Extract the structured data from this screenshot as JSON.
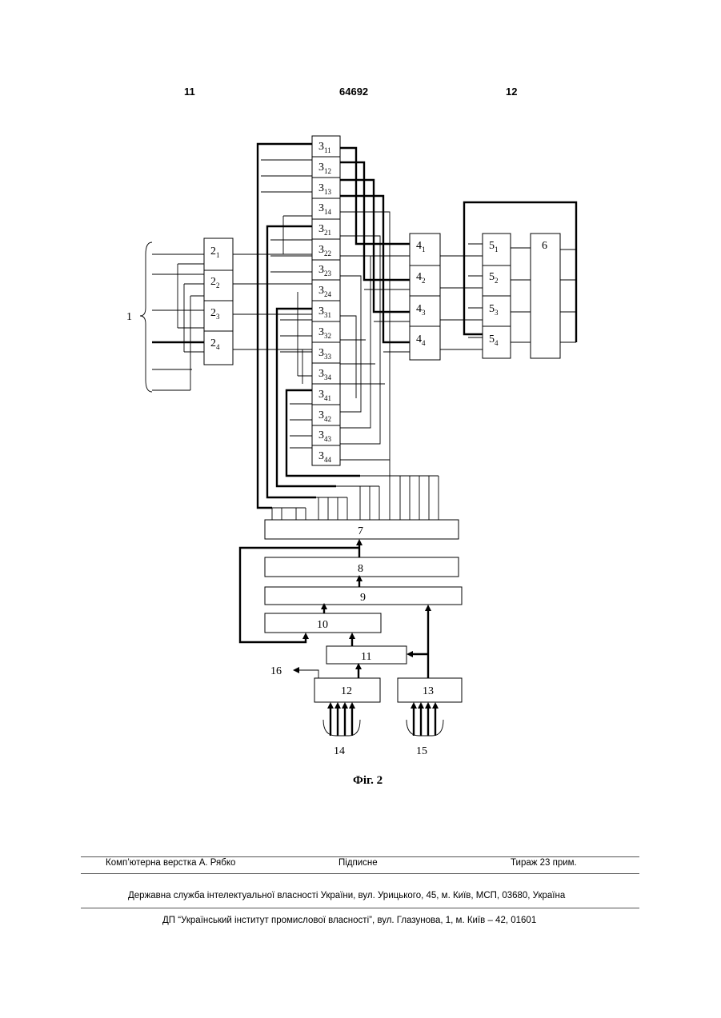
{
  "header": {
    "page_left": "11",
    "patent_number": "64692",
    "page_right": "12"
  },
  "diagram": {
    "input_label": "1",
    "blocks2": [
      {
        "main": "2",
        "sub": "1"
      },
      {
        "main": "2",
        "sub": "2"
      },
      {
        "main": "2",
        "sub": "3"
      },
      {
        "main": "2",
        "sub": "4"
      }
    ],
    "blocks3": [
      {
        "main": "3",
        "sub": "11"
      },
      {
        "main": "3",
        "sub": "12"
      },
      {
        "main": "3",
        "sub": "13"
      },
      {
        "main": "3",
        "sub": "14"
      },
      {
        "main": "3",
        "sub": "21"
      },
      {
        "main": "3",
        "sub": "22"
      },
      {
        "main": "3",
        "sub": "23"
      },
      {
        "main": "3",
        "sub": "24"
      },
      {
        "main": "3",
        "sub": "31"
      },
      {
        "main": "3",
        "sub": "32"
      },
      {
        "main": "3",
        "sub": "33"
      },
      {
        "main": "3",
        "sub": "34"
      },
      {
        "main": "3",
        "sub": "41"
      },
      {
        "main": "3",
        "sub": "42"
      },
      {
        "main": "3",
        "sub": "43"
      },
      {
        "main": "3",
        "sub": "44"
      }
    ],
    "blocks4": [
      {
        "main": "4",
        "sub": "1"
      },
      {
        "main": "4",
        "sub": "2"
      },
      {
        "main": "4",
        "sub": "3"
      },
      {
        "main": "4",
        "sub": "4"
      }
    ],
    "blocks5": [
      {
        "main": "5",
        "sub": "1"
      },
      {
        "main": "5",
        "sub": "2"
      },
      {
        "main": "5",
        "sub": "3"
      },
      {
        "main": "5",
        "sub": "4"
      }
    ],
    "block6": "6",
    "block7": "7",
    "block8": "8",
    "block9": "9",
    "block10": "10",
    "block11": "11",
    "block12": "12",
    "block13": "13",
    "output16": "16",
    "inputs14": "14",
    "inputs15": "15"
  },
  "caption": "Фіг. 2",
  "footer": {
    "layout": "Комп’ютерна верстка А. Рябко",
    "signed": "Підписне",
    "circulation": "Тираж 23 прим.",
    "agency": "Державна служба інтелектуальної власності України, вул. Урицького, 45, м. Київ, МСП, 03680, Україна",
    "institute": "ДП “Український інститут промислової власності”, вул. Глазунова, 1, м. Київ – 42, 01601"
  }
}
